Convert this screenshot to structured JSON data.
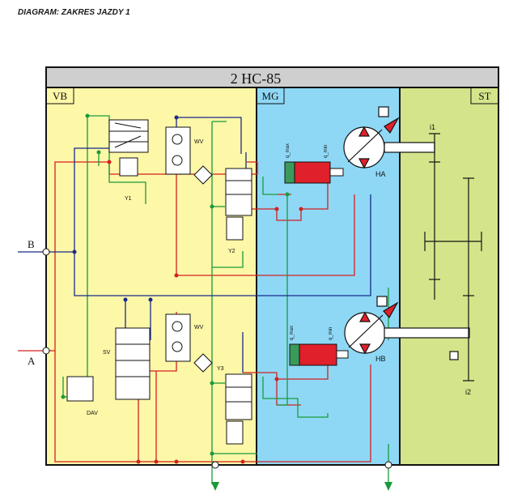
{
  "header": {
    "title": "DIAGRAM: ZAKRES JAZDY 1"
  },
  "unit": {
    "name": "2 HC-85"
  },
  "sections": {
    "vb": "VB",
    "mg": "MG",
    "st": "ST"
  },
  "ports": {
    "a": "A",
    "b": "B"
  },
  "valves": {
    "y1": "Y1",
    "y2": "Y2",
    "y3": "Y3",
    "wv_top": "WV",
    "wv_bottom": "WV",
    "sv": "SV",
    "dav": "DAV"
  },
  "motors": {
    "ha": "HA",
    "hb": "HB",
    "q_max": "q_max",
    "q_min": "q_min"
  },
  "shafts": {
    "i1": "i1",
    "i2": "i2"
  },
  "colors": {
    "vb_bg": "#fdf7a8",
    "mg_bg": "#8ed8f6",
    "st_bg": "#d4e48a",
    "title_bar": "#cfcfcf",
    "red_line": "#d42020",
    "green_line": "#1a9a3a",
    "blue_line": "#1a2a8a",
    "motor_red": "#e0202a",
    "motor_green": "#3a9a5a"
  }
}
